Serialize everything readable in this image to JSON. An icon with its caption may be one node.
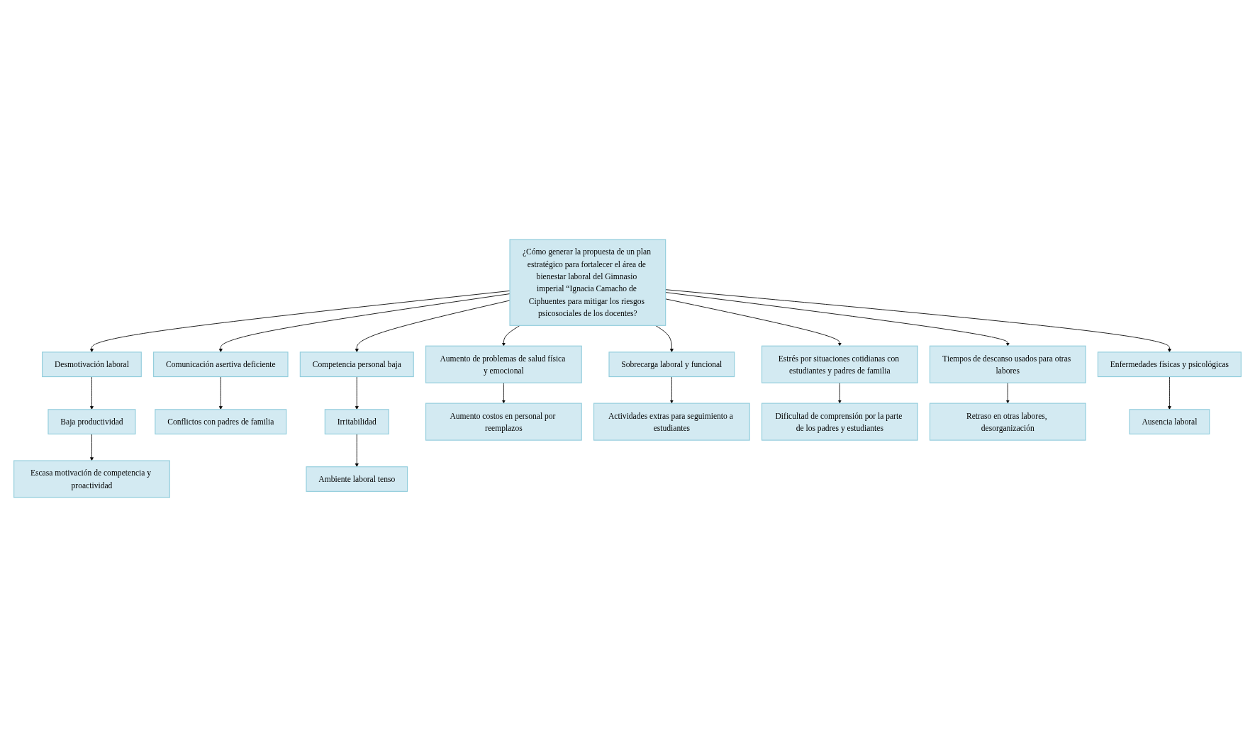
{
  "diagram": {
    "nodes": [
      {
        "text": [
          "Escasa motivación de competencia y proactividad"
        ]
      },
      {
        "text": [
          "Ambiente laboral tenso"
        ]
      },
      {
        "text": [
          "Baja productividad"
        ]
      },
      {
        "text": [
          "Conflictos con padres de familia"
        ]
      },
      {
        "text": [
          "Irritabilidad"
        ]
      },
      {
        "text": [
          "Aumento costos en personal por reemplazos"
        ]
      },
      {
        "text": [
          "Desmotivación laboral"
        ]
      },
      {
        "text": [
          "Comunicación asertiva deficiente"
        ]
      },
      {
        "text": [
          "Competencia personal baja"
        ]
      },
      {
        "text": [
          "Aumento de problemas de salud física y emocional"
        ]
      },
      {
        "text": [
          "¿Cómo generar la propuesta de un plan estratégico para fortalecer el área de bienestar laboral del Gimnasio imperial “Ignacia Camacho de Ciphuentes para mitigar los riesgos psicosociales de los docentes?"
        ]
      },
      {
        "text": [
          "Sobrecarga laboral y funcional"
        ]
      },
      {
        "text": [
          "Estrés por situaciones cotidianas con estudiantes y padres de familia"
        ]
      },
      {
        "text": [
          "Tiempos de descanso usados para otras labores"
        ]
      },
      {
        "text": [
          "Enfermedades físicas y psicológicas"
        ]
      },
      {
        "text": [
          "Actividades extras para seguimiento a estudiantes"
        ]
      },
      {
        "text": [
          "Dificultad de comprensión por la parte de los padres y estudiantes"
        ]
      },
      {
        "text": [
          "Retraso en otras labores, desorganización"
        ]
      },
      {
        "text": [
          "Ausencia laboral"
        ]
      }
    ],
    "edges": [
      {
        "from": 10,
        "to": 6,
        "arrow": "to"
      },
      {
        "from": 10,
        "to": 7,
        "arrow": "to"
      },
      {
        "from": 10,
        "to": 8,
        "arrow": "to"
      },
      {
        "from": 10,
        "to": 9,
        "arrow": "to"
      },
      {
        "from": 6,
        "to": 2,
        "arrow": "to"
      },
      {
        "from": 2,
        "to": 0,
        "arrow": "to"
      },
      {
        "from": 7,
        "to": 3,
        "arrow": "to"
      },
      {
        "from": 8,
        "to": 4,
        "arrow": "to"
      },
      {
        "from": 4,
        "to": 1,
        "arrow": "to"
      },
      {
        "from": 9,
        "to": 5,
        "arrow": "to"
      },
      {
        "from": 10,
        "to": 11,
        "arrow": "to"
      },
      {
        "from": 10,
        "to": 12,
        "arrow": "to"
      },
      {
        "from": 10,
        "to": 13,
        "arrow": "to"
      },
      {
        "from": 10,
        "to": 14,
        "arrow": "to"
      },
      {
        "from": 11,
        "to": 15,
        "arrow": "to"
      },
      {
        "from": 12,
        "to": 16,
        "arrow": "to"
      },
      {
        "from": 13,
        "to": 17,
        "arrow": "to"
      },
      {
        "from": 14,
        "to": 18,
        "arrow": "to"
      }
    ]
  }
}
